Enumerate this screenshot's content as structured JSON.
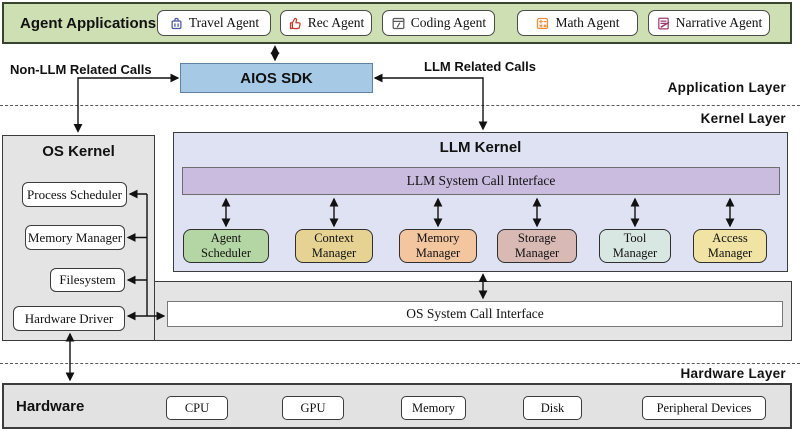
{
  "app_layer": {
    "layer_label": "Application Layer",
    "agent_bar": {
      "title": "Agent Applications",
      "agents": [
        {
          "label": "Travel Agent",
          "icon": "suitcase-icon",
          "color": "#4a55a2"
        },
        {
          "label": "Rec Agent",
          "icon": "thumbs-up-icon",
          "color": "#c43d2b"
        },
        {
          "label": "Coding Agent",
          "icon": "code-window-icon",
          "color": "#5a5a5a"
        },
        {
          "label": "Math Agent",
          "icon": "calculator-icon",
          "color": "#e8913a"
        },
        {
          "label": "Narrative Agent",
          "icon": "document-pen-icon",
          "color": "#9b3d6e"
        }
      ]
    },
    "sdk_label": "AIOS SDK",
    "non_llm_calls_label": "Non-LLM Related Calls",
    "llm_calls_label": "LLM Related Calls"
  },
  "kernel_layer": {
    "layer_label": "Kernel Layer",
    "os_kernel": {
      "title": "OS Kernel",
      "modules": [
        "Process Scheduler",
        "Memory Manager",
        "Filesystem",
        "Hardware Driver"
      ]
    },
    "llm_kernel": {
      "title": "LLM Kernel",
      "interface_label": "LLM System Call Interface",
      "managers": [
        {
          "line1": "Agent",
          "line2": "Scheduler",
          "bg": "#b4d6a4"
        },
        {
          "line1": "Context",
          "line2": "Manager",
          "bg": "#e6d292"
        },
        {
          "line1": "Memory",
          "line2": "Manager",
          "bg": "#f3c6a0"
        },
        {
          "line1": "Storage",
          "line2": "Manager",
          "bg": "#d9b9b4"
        },
        {
          "line1": "Tool",
          "line2": "Manager",
          "bg": "#d9e7e2"
        },
        {
          "line1": "Access",
          "line2": "Manager",
          "bg": "#f0e3a3"
        }
      ]
    },
    "os_interface_label": "OS System Call Interface"
  },
  "hardware_layer": {
    "layer_label": "Hardware Layer",
    "title": "Hardware",
    "devices": [
      "CPU",
      "GPU",
      "Memory",
      "Disk",
      "Peripheral Devices"
    ]
  },
  "colors": {
    "agent_bar_bg": "#cfdfb4",
    "sdk_bg": "#a6c9e6",
    "llm_kernel_bg": "#dee2f2",
    "syscall_bar_bg": "#c9bcdf",
    "gray_bg": "#e4e4e4",
    "arrow": "#111111"
  }
}
